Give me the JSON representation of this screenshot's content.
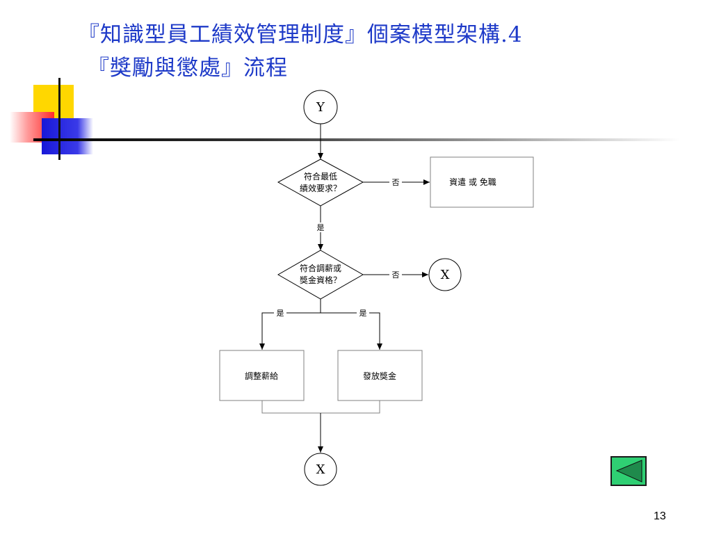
{
  "title": {
    "line1": "『知識型員工績效管理制度』個案模型架構.4",
    "line2": "『獎勵與懲處』流程"
  },
  "flowchart": {
    "start": "Y",
    "decision1": {
      "line1": "符合最低",
      "line2": "績效要求？"
    },
    "edge_no_1": "否",
    "action_dismiss": "資遣 或 免職",
    "edge_yes_1": "是",
    "decision2": {
      "line1": "符合調薪或",
      "line2": "獎金資格？"
    },
    "edge_no_2": "否",
    "connector_mid": "X",
    "edge_yes_left": "是",
    "edge_yes_right": "是",
    "action_salary": "調整薪給",
    "action_bonus": "發放獎金",
    "connector_end": "X"
  },
  "nav": {
    "back_icon": "triangle-left-icon"
  },
  "colors": {
    "title": "#1e3ac8",
    "back_button": "#2fcf73",
    "back_arrow": "#1f8a4c"
  },
  "page_number": "13"
}
